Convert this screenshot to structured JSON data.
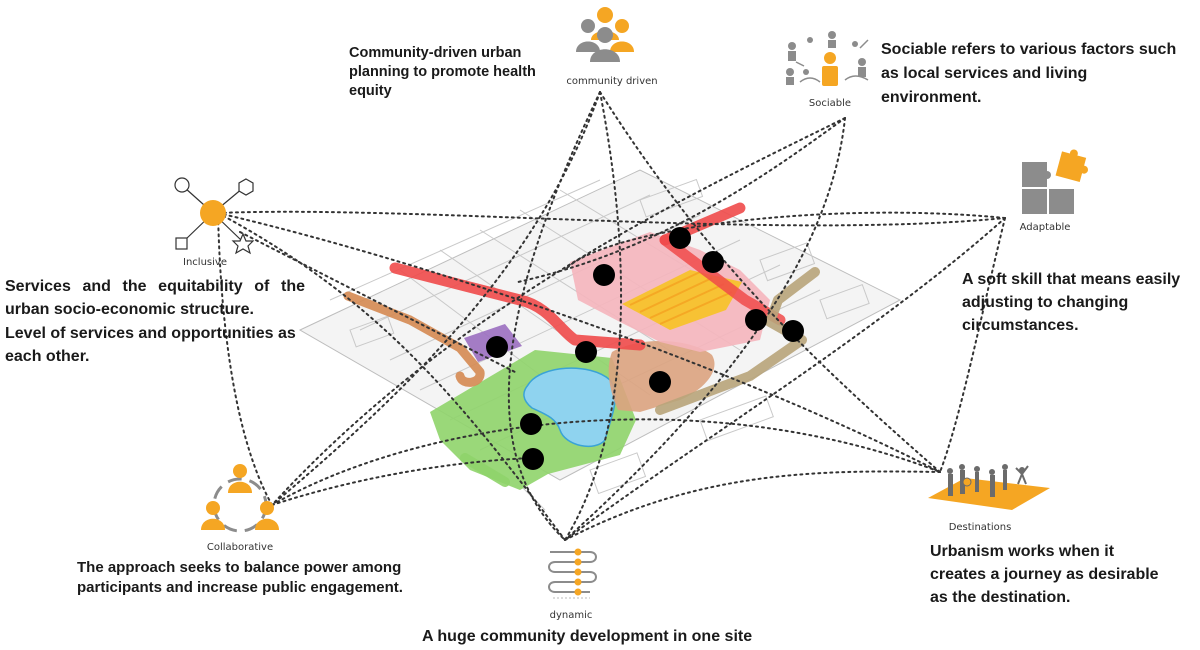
{
  "nodes": {
    "community": {
      "label": "community driven",
      "description": "Community-driven urban planning to promote health equity"
    },
    "sociable": {
      "label": "Sociable",
      "description": "Sociable refers to various factors such as local services and living environment."
    },
    "inclusive": {
      "label": "Inclusive",
      "description_1": "Services and the equitability of the urban socio-economic structure.",
      "description_2": "Level of services and opportunities as each other."
    },
    "adaptable": {
      "label": "Adaptable",
      "description": "A soft skill that means easily adjusting to changing circumstances."
    },
    "collaborative": {
      "label": "Collaborative",
      "description": "The approach seeks to balance power among participants and increase public engagement."
    },
    "dynamic": {
      "label": "dynamic"
    },
    "destinations": {
      "label": "Destinations",
      "description": "Urbanism works when it creates a journey as desirable as the destination."
    }
  },
  "caption": "A huge community development in one site",
  "colors": {
    "accent": "#F5A623",
    "icon_gray": "#8c8c8c",
    "road_red": "#f04a4a",
    "zone_pink": "#f5b5bd",
    "zone_green": "#8fd46a",
    "water_blue": "#8fd3ef",
    "zone_brown": "#dca37f",
    "zone_purple": "#9b6fc0",
    "path_orange": "#d58a52",
    "path_khaki": "#b8a47a",
    "hub_dot": "#000000"
  }
}
